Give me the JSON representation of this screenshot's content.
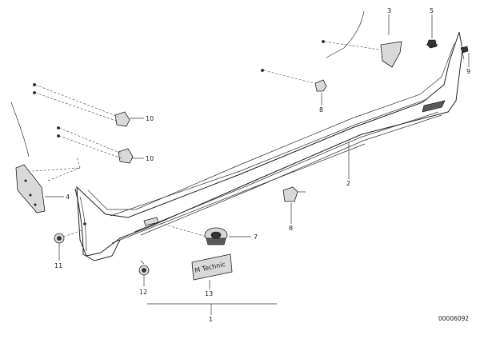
{
  "callouts": {
    "c1": "1",
    "c2": "2",
    "c3": "3",
    "c4": "4",
    "c5": "5",
    "c7": "7",
    "c8a": "8",
    "c8b": "8",
    "c9": "9",
    "c10a": "10",
    "c10b": "10",
    "c11": "11",
    "c12": "12",
    "c13": "13"
  },
  "emblem_text": "M Technic",
  "reference_number": "00006092"
}
